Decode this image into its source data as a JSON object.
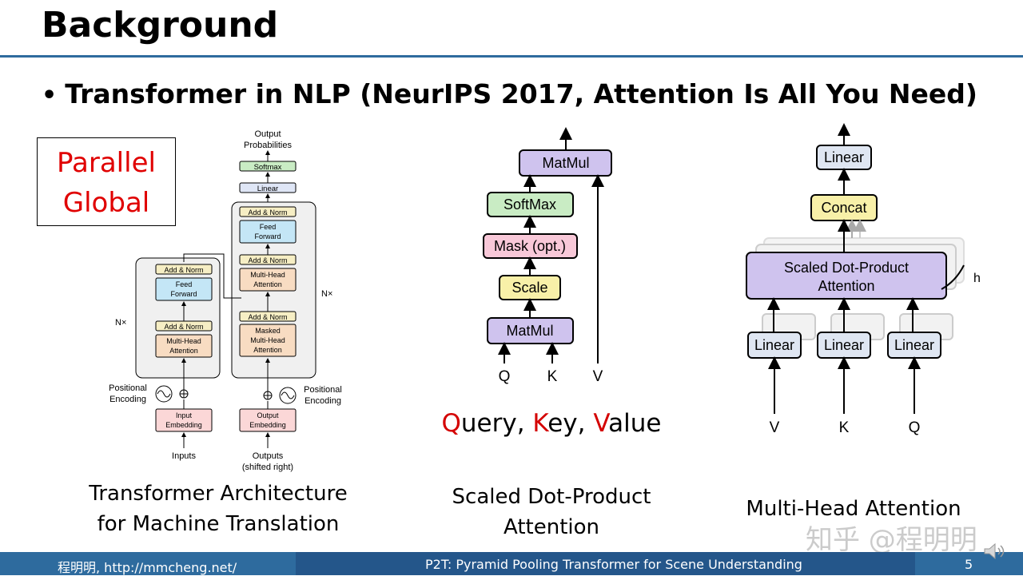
{
  "slide": {
    "title": "Background",
    "bullet": "Transformer in NLP (NeurIPS 2017, Attention Is All You Need)",
    "callout": {
      "line1": "Parallel",
      "line2": "Global"
    },
    "qkv": {
      "q_letter": "Q",
      "q_rest": "uery, ",
      "k_letter": "K",
      "k_rest": "ey, ",
      "v_letter": "V",
      "v_rest": "alue"
    }
  },
  "colors": {
    "accent": "#2e6b9e",
    "callout_red": "#e00000"
  },
  "architecture": {
    "output_probs_1": "Output",
    "output_probs_2": "Probabilities",
    "softmax": "Softmax",
    "linear": "Linear",
    "add_norm": "Add & Norm",
    "feed_1": "Feed",
    "feed_2": "Forward",
    "mha_1": "Multi-Head",
    "mha_2": "Attention",
    "masked_1": "Masked",
    "masked_2": "Multi-Head",
    "masked_3": "Attention",
    "nx": "N×",
    "pos_1": "Positional",
    "pos_2": "Encoding",
    "input_emb_1": "Input",
    "input_emb_2": "Embedding",
    "output_emb_1": "Output",
    "output_emb_2": "Embedding",
    "inputs": "Inputs",
    "outputs_1": "Outputs",
    "outputs_2": "(shifted right)",
    "caption_1": "Transformer Architecture",
    "caption_2": "for Machine Translation"
  },
  "sdpa": {
    "matmul": "MatMul",
    "softmax": "SoftMax",
    "mask": "Mask (opt.)",
    "scale": "Scale",
    "q": "Q",
    "k": "K",
    "v": "V",
    "caption_1": "Scaled Dot-Product",
    "caption_2": "Attention"
  },
  "mha": {
    "linear": "Linear",
    "concat": "Concat",
    "sdpa_1": "Scaled Dot-Product",
    "sdpa_2": "Attention",
    "h": "h",
    "v": "V",
    "k": "K",
    "q": "Q",
    "caption": "Multi-Head Attention"
  },
  "footer": {
    "author": "程明明, http://mmcheng.net/",
    "paper": "P2T: Pyramid Pooling Transformer for Scene Understanding",
    "page": "5"
  },
  "watermark": "知乎 @程明明"
}
